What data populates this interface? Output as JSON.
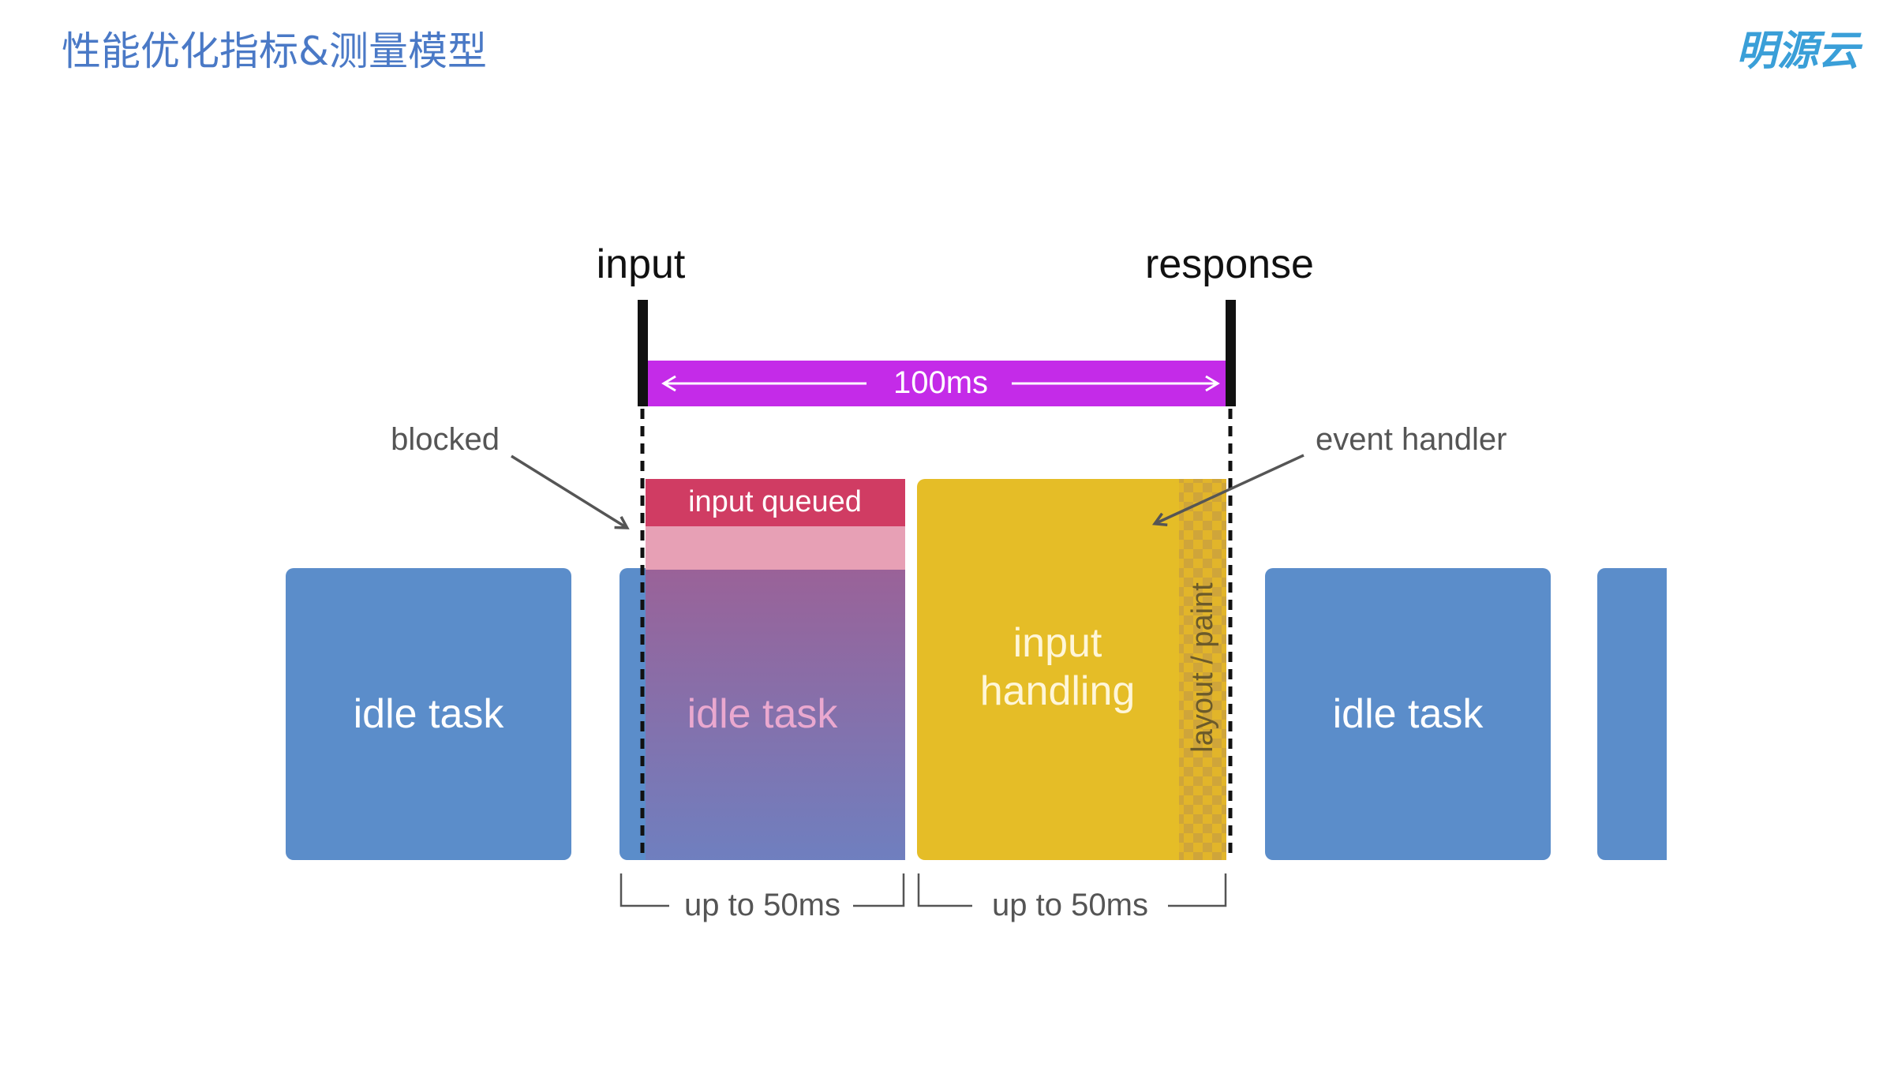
{
  "header": {
    "title": "性能优化指标&测量模型",
    "logo_text": "明源云"
  },
  "diagram": {
    "input_label": "input",
    "response_label": "response",
    "budget_label": "100ms",
    "blocked_label": "blocked",
    "event_handler_label": "event handler",
    "input_queued_label": "input queued",
    "input_handling_line1": "input",
    "input_handling_line2": "handling",
    "layout_paint_label": "layout / paint",
    "idle_task_1": "idle task",
    "idle_task_2": "idle task",
    "idle_task_3": "idle task",
    "bracket_left_label": "up to 50ms",
    "bracket_right_label": "up to 50ms"
  },
  "colors": {
    "title_blue": "#4a79c6",
    "idle_blue": "#5b8dca",
    "budget_purple": "#c42be8",
    "queued_red": "#d03c63",
    "queued_pink": "#e7a0b5",
    "handling_yellow": "#e5bd27",
    "marker_black": "#111111",
    "annotation_gray": "#555555"
  }
}
